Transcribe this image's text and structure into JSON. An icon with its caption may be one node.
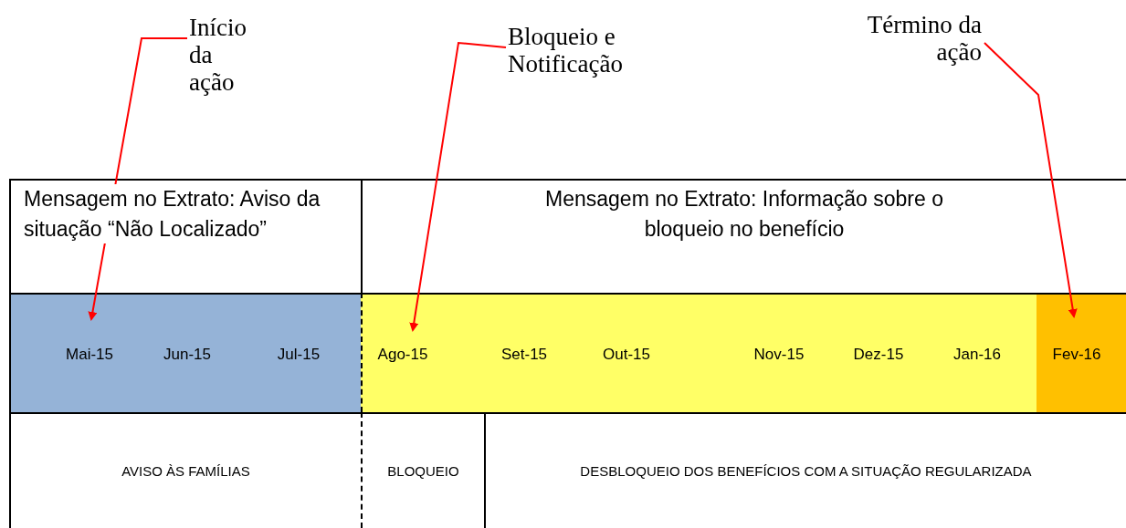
{
  "diagram": {
    "nodes": [
      {
        "text": [
          "Início da ação"
        ]
      },
      {
        "text": [
          "Bloqueio e Notificação"
        ]
      },
      {
        "text": [
          "Término da ação"
        ]
      },
      {
        "text": [
          "Mensagem no Extrato: Aviso da situação “Não Localizado”"
        ]
      },
      {
        "text": [
          "Mensagem no Extrato: Informação  sobre o bloqueio no benefício"
        ]
      },
      {
        "text": [
          "Mai-15",
          "Jun-15",
          "Jul-15"
        ]
      },
      {
        "text": [
          "Ago-15",
          "Set-15",
          "Out-15",
          "Nov-15",
          "Dez-15",
          "Jan-16"
        ]
      },
      {
        "text": [
          "Fev-16"
        ]
      },
      {
        "text": [
          "AVISO ÀS FAMÍLIAS"
        ]
      },
      {
        "text": [
          "BLOQUEIO"
        ]
      },
      {
        "text": [
          "DESBLOQUEIO DOS BENEFÍCIOS COM A SITUAÇÃO REGULARIZADA"
        ]
      }
    ],
    "edges": [
      {
        "from": 0,
        "to": 5,
        "arrow": "to"
      },
      {
        "from": 1,
        "to": 6,
        "arrow": "to"
      },
      {
        "from": 2,
        "to": 7,
        "arrow": "to"
      }
    ]
  }
}
